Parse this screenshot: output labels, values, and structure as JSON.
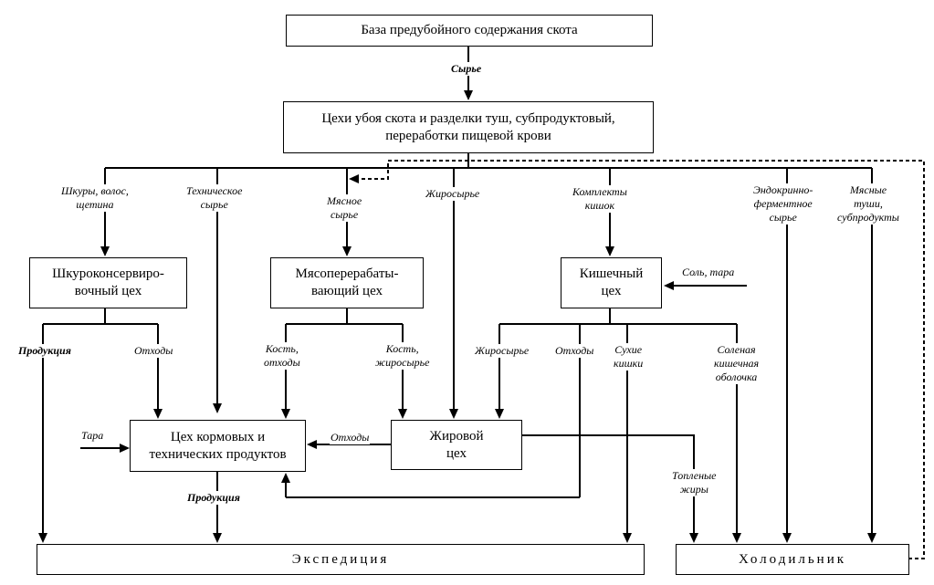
{
  "nodes": {
    "base": "База предубойного содержания скота",
    "slaughter": [
      "Цехи убоя скота и разделки туш, субпродуктовый,",
      "переработки пищевой крови"
    ],
    "hides": [
      "Шкуроконсервиро-",
      "вочный цех"
    ],
    "meat": [
      "Мясоперерабаты-",
      "вающий цех"
    ],
    "gut": [
      "Кишечный",
      "цех"
    ],
    "feed": [
      "Цех кормовых и",
      "технических продуктов"
    ],
    "fat": [
      "Жировой",
      "цех"
    ],
    "expedition": "Экспедиция",
    "fridge": "Холодильник"
  },
  "labels": {
    "raw": "Сырье",
    "hides_in": [
      "Шкуры, волос,",
      "щетина"
    ],
    "tech_raw": [
      "Техническое",
      "сырье"
    ],
    "meat_raw": [
      "Мясное",
      "сырье"
    ],
    "fat_raw": "Жиросырье",
    "gut_sets": [
      "Комплекты",
      "кишок"
    ],
    "endo": [
      "Эндокринно-",
      "ферментное",
      "сырье"
    ],
    "carcass": [
      "Мясные",
      "туши,",
      "субпродукты"
    ],
    "salt": "Соль, тара",
    "hides_prod": "Продукция",
    "hides_waste": "Отходы",
    "bone_waste": [
      "Кость,",
      "отходы"
    ],
    "bone_fat": [
      "Кость,",
      "жиросырье"
    ],
    "gut_fat": "Жиросырье",
    "gut_waste": "Отходы",
    "dry_gut": [
      "Сухие",
      "кишки"
    ],
    "salted": [
      "Соленая",
      "кишечная",
      "оболочка"
    ],
    "tara": "Тара",
    "fat_waste": "Отходы",
    "feed_prod": "Продукция",
    "rendered": [
      "Топленые",
      "жиры"
    ]
  }
}
